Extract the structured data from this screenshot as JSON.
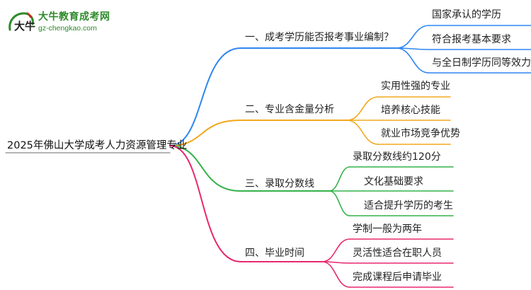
{
  "logo": {
    "title": "大牛教育成考网",
    "url": "gz-chengkao.com",
    "mark_text": "大牛",
    "green": "#2f8a2b",
    "red": "#d81e1e"
  },
  "root": {
    "label": "2025年佛山大学成考人力资源管理专业"
  },
  "branches": [
    {
      "label": "一、成考学历能否报考事业编制？",
      "color": "#2e86f0",
      "children": [
        "国家承认的学历",
        "符合报考基本要求",
        "与全日制学历同等效力"
      ]
    },
    {
      "label": "二、专业含金量分析",
      "color": "#f2a81d",
      "children": [
        "实用性强的专业",
        "培养核心技能",
        "就业市场竞争优势"
      ]
    },
    {
      "label": "三、录取分数线",
      "color": "#34b24a",
      "children": [
        "录取分数线约120分",
        "文化基础要求",
        "适合提升学历的考生"
      ]
    },
    {
      "label": "四、毕业时间",
      "color": "#e8286e",
      "children": [
        "学制一般为两年",
        "灵活性适合在职人员",
        "完成课程后申请毕业"
      ]
    }
  ]
}
